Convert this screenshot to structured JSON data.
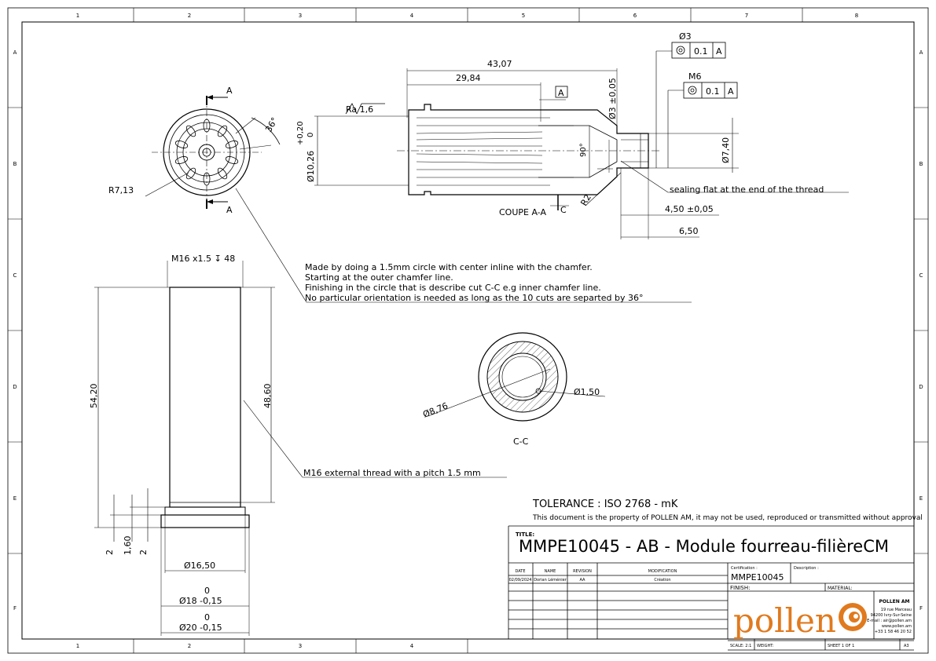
{
  "frame": {
    "cols": [
      "1",
      "2",
      "3",
      "4",
      "5",
      "6",
      "7",
      "8"
    ],
    "rows": [
      "A",
      "B",
      "C",
      "D",
      "E",
      "F"
    ]
  },
  "views": {
    "section_label": "COUPE A-A",
    "section_cc_label": "C-C",
    "arrow_a": "A",
    "arrow_c": "C",
    "angle_36": "36°",
    "radius_r713": "R7,13",
    "radius_r2": "R2",
    "angle_90": "90°",
    "roughness": "Ra 1,6"
  },
  "dims": {
    "d4307": "43,07",
    "d2984": "29,84",
    "d3": "Ø3 ±0,05",
    "d1026": "Ø10,26",
    "tol_top": "+0,20",
    "tol_bot": "0",
    "d740": "Ø7,40",
    "d450": "4,50 ±0,05",
    "d650": "6,50",
    "thread_callout": "M16 x1.5 ↧ 48",
    "d5420": "54,20",
    "d4860": "48,60",
    "d2a": "2",
    "d160": "1,60",
    "d2b": "2",
    "d1650": "Ø16,50",
    "d18": "Ø18 -0,15",
    "d18_top": "0",
    "d20": "Ø20 -0,15",
    "d20_top": "0",
    "d876": "Ø8,76",
    "d150": "Ø1,50"
  },
  "gdt": {
    "f1_label": "Ø3",
    "f1_value": "0.1",
    "f1_datum": "A",
    "f2_label": "M6",
    "f2_value": "0.1",
    "f2_datum": "A",
    "datum_a": "A"
  },
  "notes": {
    "sealing": "sealing flat at the end of the thread",
    "cut_notes": [
      "Made by doing a 1.5mm circle with center inline with the chamfer.",
      "Starting at the outer chamfer line.",
      "Finishing in the circle that is describe cut C-C e.g inner chamfer line.",
      "No particular orientation is needed as long as the 10 cuts are separted by 36°"
    ],
    "thread_note": "M16 external thread with a pitch 1.5 mm",
    "tolerance": "TOLERANCE : ISO 2768 - mK",
    "property": "This document is the property of POLLEN AM, it may not be used, reproduced or transmitted without approval"
  },
  "title_block": {
    "title_label": "TITLE:",
    "title": "MMPE10045 - AB - Module fourreau-filièreCM",
    "col_headers": [
      "DATE",
      "NAME",
      "REVISION",
      "MODIFICATION"
    ],
    "rows": [
      {
        "date": "02/09/2024",
        "name": "Dorian Léménier",
        "revision": "AA",
        "modification": "Création"
      }
    ],
    "cert_label": "Certification :",
    "cert_value": "MMPE10045",
    "desc_label": "Description :",
    "finish_label": "FINISH:",
    "material_label": "MATERIAL:",
    "logo_text": "pollen",
    "company": "POLLEN AM",
    "address": [
      "19 rue Marceau",
      "94200 Ivry-Sur-Seine",
      "E-mail : air@pollen.am",
      "www.pollen.am",
      "+33 1 58 46 20 52"
    ],
    "scale": "SCALE: 2:1",
    "weight": "WEIGHT:",
    "sheet": "SHEET 1 OF 1",
    "size": "A3"
  },
  "colors": {
    "logo": "#e07a1e"
  }
}
